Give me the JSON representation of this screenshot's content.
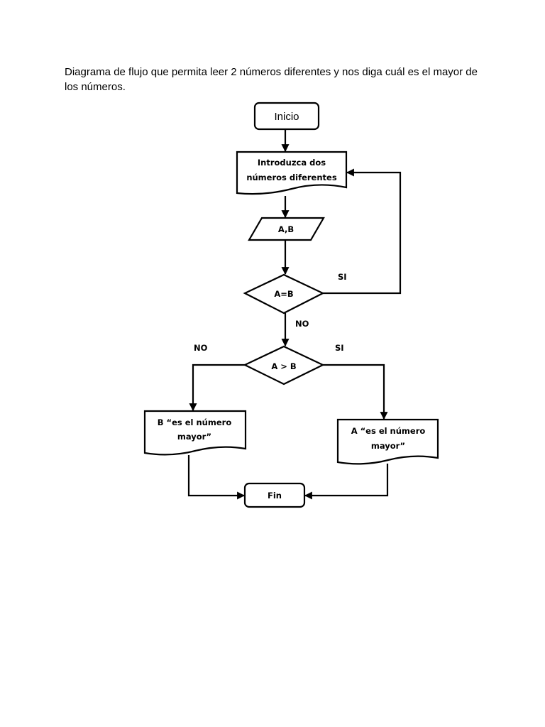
{
  "document": {
    "intro_text": "Diagrama de flujo que permita leer 2 números diferentes y nos diga cuál es el mayor de los números."
  },
  "flowchart": {
    "start": "Inicio",
    "input_prompt": {
      "line1": "Introduzca dos",
      "line2": "números diferentes"
    },
    "data_input": "A,B",
    "decision_equal": "A=B",
    "decision_greater": "A > B",
    "output_b": {
      "line1": "B “es el número",
      "line2": "mayor”"
    },
    "output_a": {
      "line1": "A “es el número",
      "line2": "mayor”"
    },
    "end": "Fin",
    "labels": {
      "equal_yes": "SI",
      "equal_no": "NO",
      "greater_no": "NO",
      "greater_yes": "SI"
    }
  }
}
